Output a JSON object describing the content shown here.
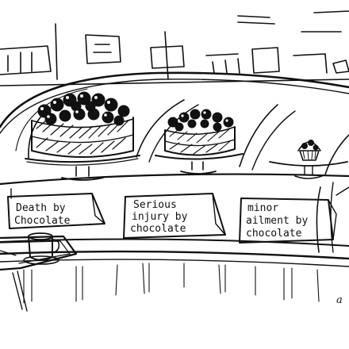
{
  "signs": [
    {
      "lines": [
        "Death by",
        "Chocolate"
      ]
    },
    {
      "lines": [
        "Serious",
        "injury by",
        "chocolate"
      ]
    },
    {
      "lines": [
        "minor",
        "ailment by",
        "chocolate"
      ]
    }
  ],
  "signature": "a"
}
